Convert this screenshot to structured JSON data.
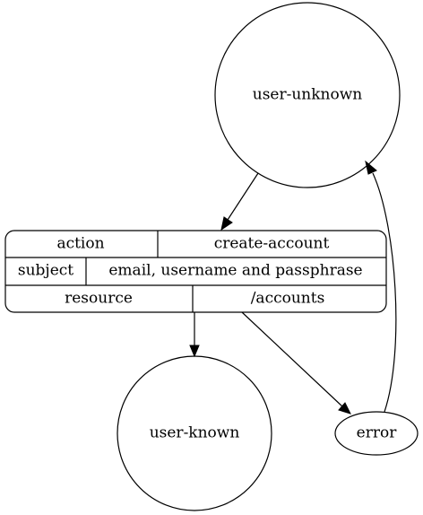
{
  "nodes": {
    "user_unknown": "user-unknown",
    "user_known": "user-known",
    "error": "error"
  },
  "record": {
    "row1": {
      "key": "action",
      "value": "create-account"
    },
    "row2": {
      "key": "subject",
      "value": "email, username and passphrase"
    },
    "row3": {
      "key": "resource",
      "value": "/accounts"
    }
  },
  "edges": [
    {
      "from": "user-unknown",
      "to": "record"
    },
    {
      "from": "record",
      "to": "user-known"
    },
    {
      "from": "record",
      "to": "error"
    },
    {
      "from": "error",
      "to": "user-unknown"
    }
  ]
}
